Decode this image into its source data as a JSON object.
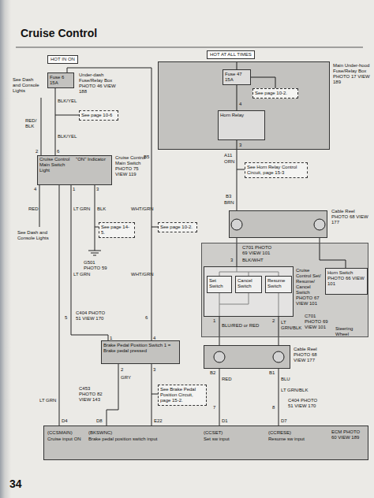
{
  "diagram": {
    "title": "Cruise Control",
    "nodes": [
      {
        "text": [
          "Fuse 6 15A",
          "Under-dash Fuse/Relay Box PHOTO 46 VIEW 188"
        ]
      },
      {
        "text": [
          "Main Under-hood Fuse/Relay Box PHOTO 17 VIEW 189"
        ]
      },
      {
        "text": [
          "Fuse 47 15A"
        ],
        "in": 1
      },
      {
        "text": [
          "See page 10-2."
        ],
        "in": 1
      },
      {
        "text": [
          "Horn Relay"
        ],
        "in": 1
      },
      {
        "text": [
          "See page 10-6"
        ]
      },
      {
        "text": [
          "Cruise Control Main Switch Light",
          "\"ON\" Indicator",
          "Cruise Control Main Switch PHOTO 75 VIEW 119"
        ]
      },
      {
        "text": [
          "See Horn Relay Control Circuit, page 15-3"
        ]
      },
      {
        "text": [
          "Cable Reel PHOTO 68 VIEW 177"
        ]
      },
      {
        "text": [
          "See page 14-5."
        ]
      },
      {
        "text": [
          "See page 10-2."
        ]
      },
      {
        "text": [
          "Steering Wheel"
        ]
      },
      {
        "text": [
          "Cruise Control Set/ Resume/ Cancel Switch PHOTO 67 VIEW 101"
        ],
        "in": 11
      },
      {
        "text": [
          "Set Switch"
        ],
        "in": 12
      },
      {
        "text": [
          "Cancel Switch"
        ],
        "in": 12
      },
      {
        "text": [
          "Resume Switch"
        ],
        "in": 12
      },
      {
        "text": [
          "Horn Switch PHOTO 66 VIEW 101"
        ],
        "in": 11
      },
      {
        "text": [
          "Brake Pedal Position Switch 1 = Brake pedal pressed"
        ]
      },
      {
        "text": [
          "Cable Reel PHOTO 68 VIEW 177"
        ]
      },
      {
        "text": [
          "See Brake Pedal Position Circuit, page 15-2."
        ]
      },
      {
        "text": [
          "ECM PHOTO 60 VIEW 189"
        ]
      }
    ],
    "edges": [
      {
        "from": 0,
        "to": 6,
        "arrow": "none"
      },
      {
        "from": 0,
        "to": 17,
        "arrow": "none"
      },
      {
        "from": 6,
        "to": 17,
        "arrow": "none"
      },
      {
        "from": 6,
        "to": 20,
        "arrow": "none"
      },
      {
        "from": 17,
        "to": 20,
        "arrow": "none"
      },
      {
        "from": 17,
        "to": 20,
        "arrow": "none"
      },
      {
        "from": 1,
        "to": 8,
        "arrow": "none"
      },
      {
        "from": 8,
        "to": 12,
        "arrow": "none"
      },
      {
        "from": 8,
        "to": 16,
        "arrow": "none"
      },
      {
        "from": 12,
        "to": 18,
        "arrow": "none"
      },
      {
        "from": 12,
        "to": 18,
        "arrow": "none"
      },
      {
        "from": 18,
        "to": 20,
        "arrow": "none"
      },
      {
        "from": 18,
        "to": 20,
        "arrow": "none"
      }
    ],
    "labels": [
      "HOT IN ON",
      "See Dash and Console Lights",
      "RED/ BLK",
      "BLK/YEL",
      "BLK/YEL",
      "2",
      "6",
      "4",
      "1",
      "3",
      "RED",
      "LT GRN",
      "BLK",
      "WHT/GRN",
      "B5",
      "See Dash and Console Lights",
      "G501 PHOTO 59",
      "HOT AT ALL TIMES",
      "4",
      "3",
      "A11",
      "ORN",
      "B3",
      "BRN",
      "C701 PHOTO 69 VIEW 101",
      "3",
      "BLK/WHT",
      "1",
      "2",
      "BLU/RED or RED",
      "LT GRN/BLK",
      "C701 PHOTO 69 VIEW 101",
      "B2",
      "RED",
      "B1",
      "BLU",
      "LT GRN/BLK",
      "7",
      "8",
      "C404 PHOTO 51 VIEW 170",
      "LT GRN",
      "WHT/GRN",
      "5",
      "6",
      "C404 PHOTO 51 VIEW 170",
      "1",
      "4",
      "2",
      "3",
      "GRY",
      "C453 PHOTO 82 VIEW 143",
      "LT GRN",
      "D4",
      "D8",
      "E22",
      "D1",
      "D7",
      "(CCSMAIN)",
      "Cruise input ON",
      "(BKSWNC)",
      "Brake pedal position switch input",
      "(CCSET)",
      "Set sw input",
      "(CCRESE)",
      "Resume sw input",
      "34"
    ]
  }
}
